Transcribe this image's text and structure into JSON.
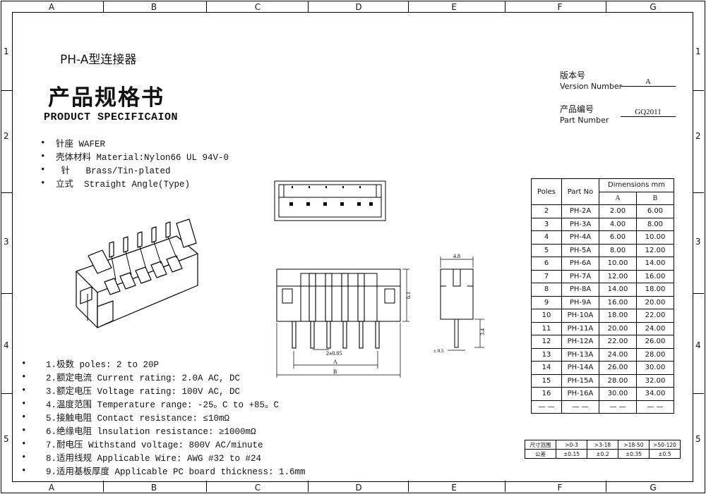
{
  "frame": {
    "columns": [
      "A",
      "B",
      "C",
      "D",
      "E",
      "F",
      "G"
    ],
    "rows": [
      "1",
      "2",
      "3",
      "4",
      "5"
    ]
  },
  "header": {
    "series": "PH-A型连接器",
    "title_cn": "产品规格书",
    "title_en": "PRODUCT SPECIFICAION"
  },
  "features": [
    {
      "bullet": "•",
      "text": "针座 WAFER"
    },
    {
      "bullet": "•",
      "text": "壳体材料 Material:Nylon66 UL 94V-0"
    },
    {
      "bullet": "•",
      "text": " 针   Brass/Tin-plated"
    },
    {
      "bullet": "•",
      "text": "立式  Straight Angle(Type)"
    }
  ],
  "version": {
    "version_cn": "版本号",
    "version_en": "Version Number",
    "version_value": "A",
    "part_cn": "产品编号",
    "part_en": "Part Number",
    "part_value": "GQ2011"
  },
  "specs": [
    {
      "bullet": "•",
      "text": "1.极数 poles: 2 to 20P"
    },
    {
      "bullet": "•",
      "text": "2.额定电流 Current rating: 2.0A AC, DC"
    },
    {
      "bullet": "•",
      "text": "3.额定电压 Voltage rating: 100V AC, DC"
    },
    {
      "bullet": "•",
      "text": "4.温度范围 Temperature range: -25。C to +85。C"
    },
    {
      "bullet": "•",
      "text": "5.接触电阻 Contact resistance: ≤10mΩ"
    },
    {
      "bullet": "•",
      "text": "6.绝缘电阻 lnsulation resistance: ≥1000mΩ"
    },
    {
      "bullet": "•",
      "text": "7.耐电压 Withstand voltage: 800V AC/minute"
    },
    {
      "bullet": "•",
      "text": "8.适用线规 Applicable Wire: AWG #32 to #24"
    },
    {
      "bullet": "•",
      "text": "9.适用基板厚度 Applicable PC board thickness: 1.6mm"
    }
  ],
  "drawing": {
    "dim_pitch": "2±0.05",
    "dim_a": "A",
    "dim_b": "B",
    "dim_height": "6.1",
    "dim_width": "4.8",
    "dim_pin": "3.4",
    "dim_pin_w": "± 0.5"
  },
  "dim_table": {
    "headers": {
      "poles": "Poles",
      "part": "Part No",
      "dims": "Dimensions mm",
      "a": "A",
      "b": "B"
    },
    "rows": [
      [
        "2",
        "PH-2A",
        "2.00",
        "6.00"
      ],
      [
        "3",
        "PH-3A",
        "4.00",
        "8.00"
      ],
      [
        "4",
        "PH-4A",
        "6.00",
        "10.00"
      ],
      [
        "5",
        "PH-5A",
        "8.00",
        "12.00"
      ],
      [
        "6",
        "PH-6A",
        "10.00",
        "14.00"
      ],
      [
        "7",
        "PH-7A",
        "12.00",
        "16.00"
      ],
      [
        "8",
        "PH-8A",
        "14.00",
        "18.00"
      ],
      [
        "9",
        "PH-9A",
        "16.00",
        "20.00"
      ],
      [
        "10",
        "PH-10A",
        "18.00",
        "22.00"
      ],
      [
        "11",
        "PH-11A",
        "20.00",
        "24.00"
      ],
      [
        "12",
        "PH-12A",
        "22.00",
        "26.00"
      ],
      [
        "13",
        "PH-13A",
        "24.00",
        "28.00"
      ],
      [
        "14",
        "PH-14A",
        "26.00",
        "30.00"
      ],
      [
        "15",
        "PH-15A",
        "28.00",
        "32.00"
      ],
      [
        "16",
        "PH-16A",
        "30.00",
        "34.00"
      ],
      [
        "— —",
        "— —",
        "— —",
        "— —"
      ]
    ]
  },
  "tolerance": {
    "row1": [
      "尺寸范围",
      ">0-3",
      ">3-18",
      ">18-50",
      ">50-120"
    ],
    "row2": [
      "公差",
      "±0.15",
      "±0.2",
      "±0.35",
      "±0.5"
    ]
  }
}
